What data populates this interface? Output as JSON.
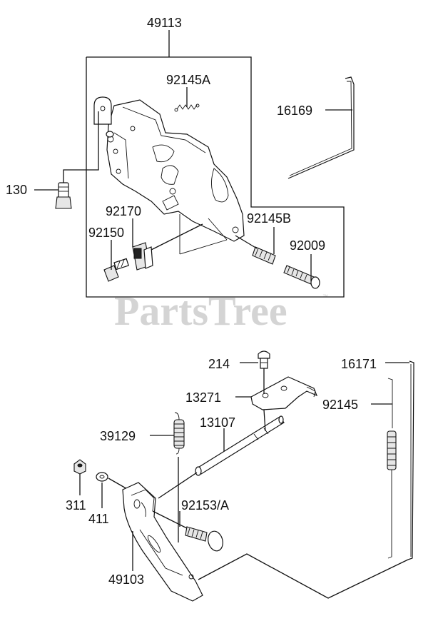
{
  "watermark": "PartsTree",
  "trademark": "™",
  "labels": {
    "p49113": "49113",
    "p92145A": "92145A",
    "p16169": "16169",
    "p130": "130",
    "p92170": "92170",
    "p92150": "92150",
    "p92145B": "92145B",
    "p92009": "92009",
    "p214": "214",
    "p16171": "16171",
    "p13271": "13271",
    "p92145": "92145",
    "p13107": "13107",
    "p39129": "39129",
    "p311": "311",
    "p411": "411",
    "p92153A": "92153/A",
    "p49103": "49103"
  }
}
